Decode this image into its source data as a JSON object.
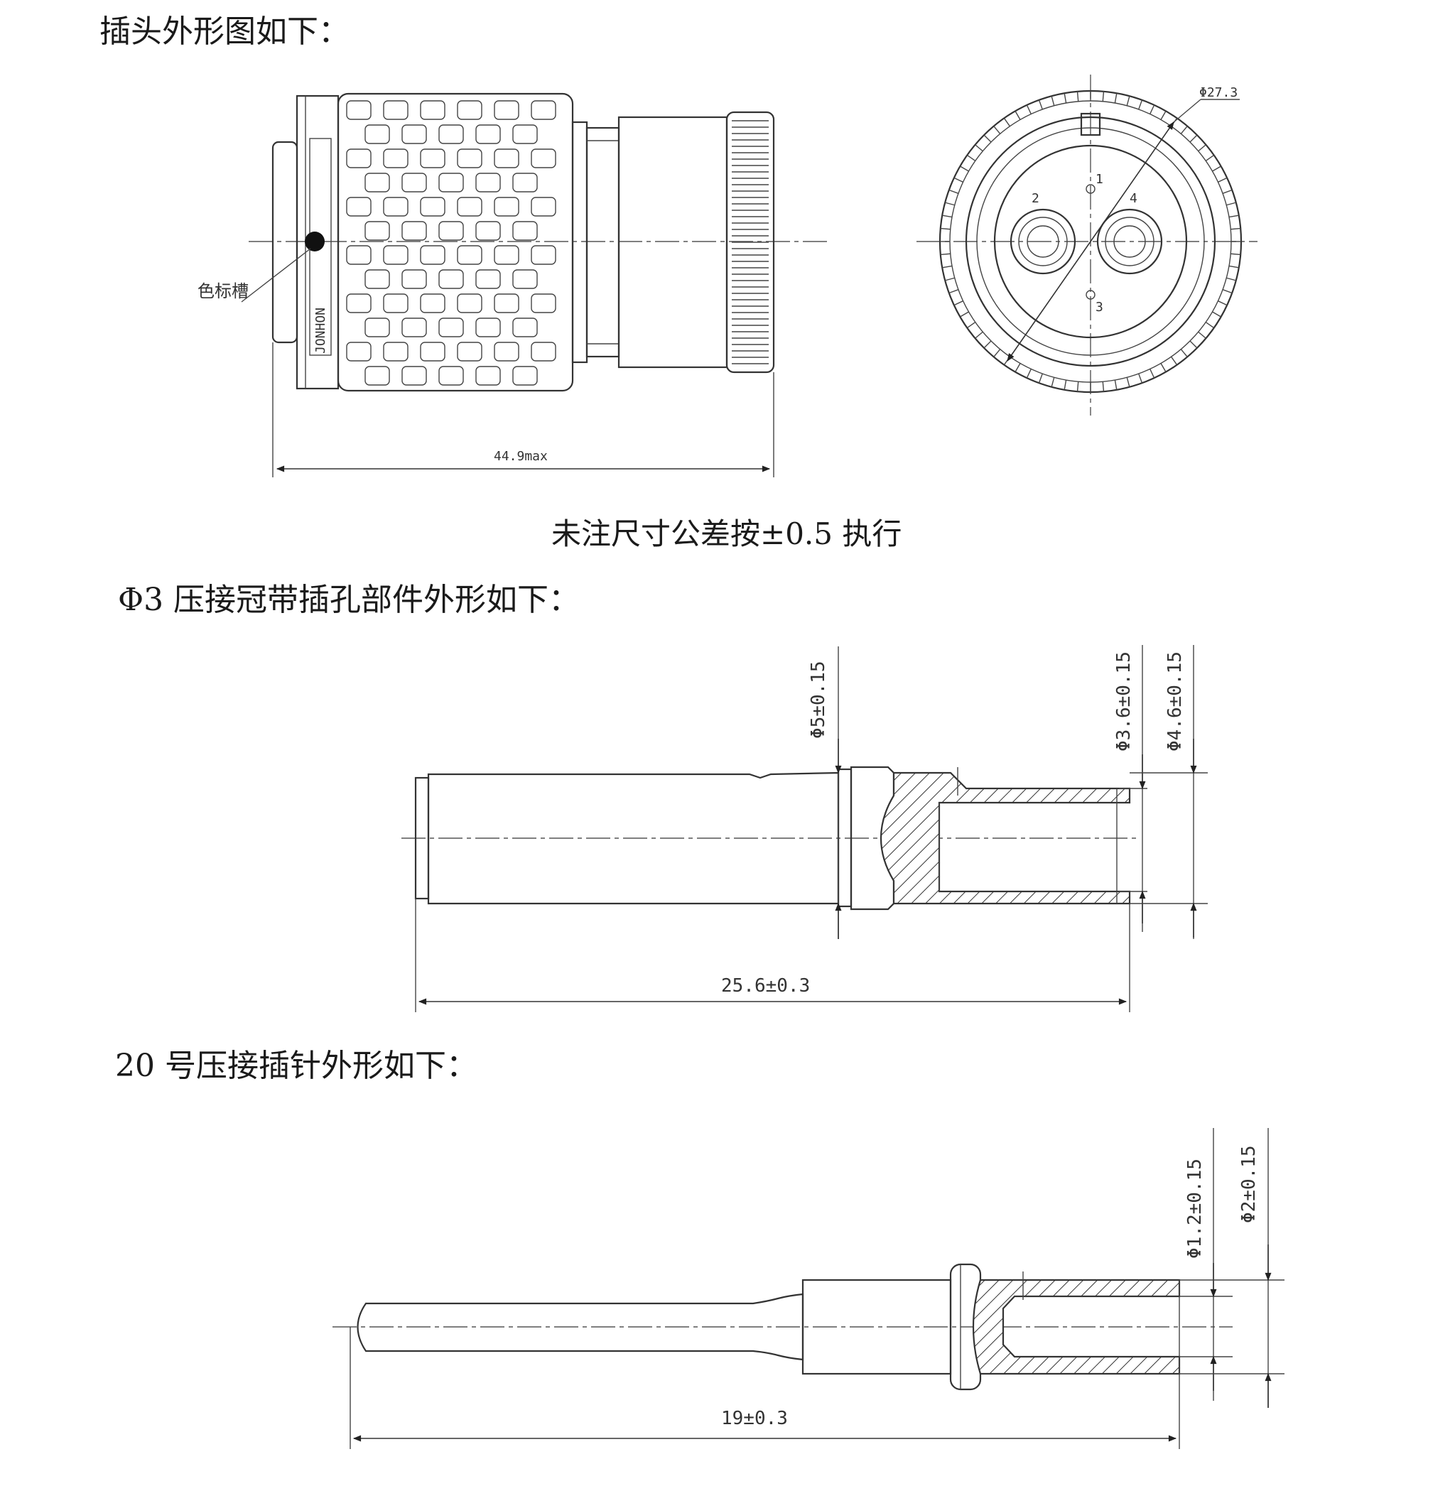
{
  "headings": {
    "plug": "插头外形图如下：",
    "tolerance_note": "未注尺寸公差按±0.5 执行",
    "socket": "Φ3 压接冠带插孔部件外形如下：",
    "pin": "20 号压接插针外形如下："
  },
  "plug_drawing": {
    "brand": "JONHON",
    "color_mark_label": "色标槽",
    "length_dim": "44.9max",
    "diameter_dim": "Φ27.3",
    "contact_numbers": [
      "1",
      "2",
      "3",
      "4"
    ]
  },
  "socket_drawing": {
    "dia_5": "Φ5±0.15",
    "dia_3_6": "Φ3.6±0.15",
    "dia_4_6": "Φ4.6±0.15",
    "length_dim": "25.6±0.3"
  },
  "pin_drawing": {
    "dia_1_2": "Φ1.2±0.15",
    "dia_2": "Φ2±0.15",
    "length_dim": "19±0.3"
  }
}
